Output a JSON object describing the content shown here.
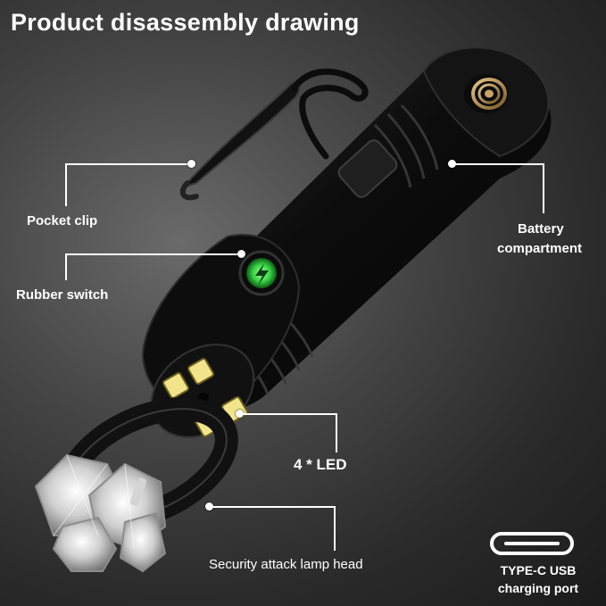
{
  "title": "Product disassembly drawing",
  "labels": {
    "pocket_clip": "Pocket clip",
    "battery_line1": "Battery",
    "battery_line2": "compartment",
    "rubber_switch": "Rubber switch",
    "led": "4 * LED",
    "lamp_head": "Security attack lamp head",
    "usb_line1": "TYPE-C USB",
    "usb_line2": "charging port"
  },
  "icons": {
    "power_button": "power-lightning-icon",
    "usb_port": "usb-c-port-icon"
  },
  "colors": {
    "power_glow": "#3ddc4a",
    "led_yellow": "#f2e48a",
    "text": "#ffffff"
  }
}
